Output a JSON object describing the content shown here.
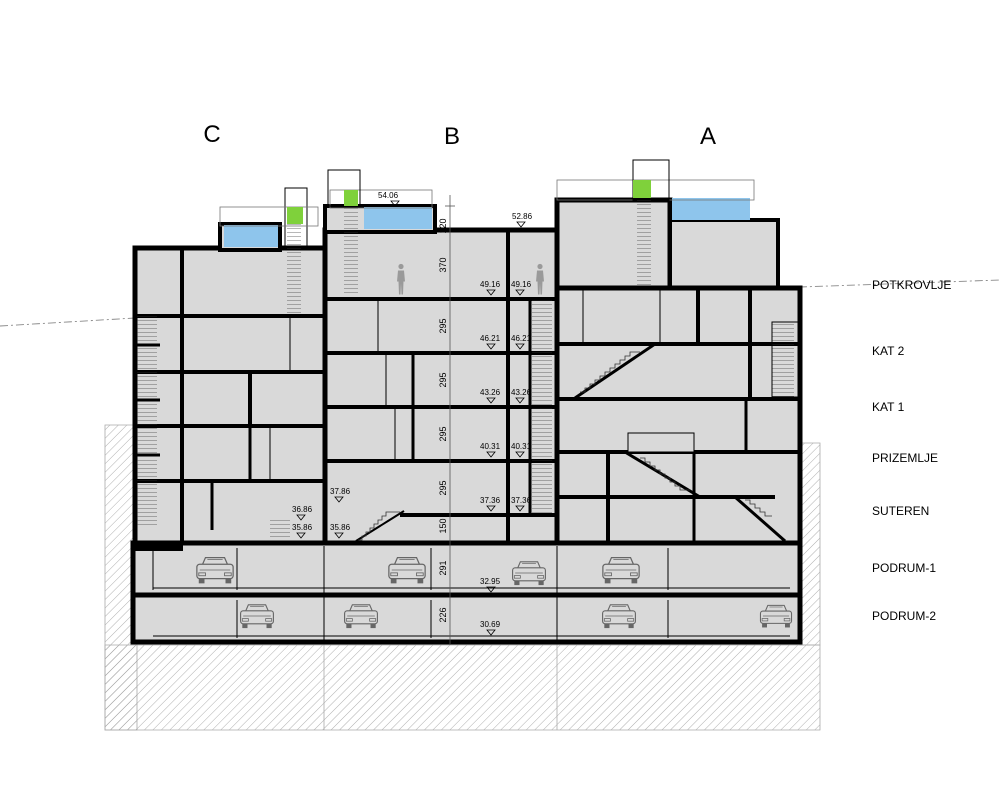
{
  "buildings": [
    {
      "id": "c",
      "label": "C"
    },
    {
      "id": "b",
      "label": "B"
    },
    {
      "id": "a",
      "label": "A"
    }
  ],
  "floor_labels": [
    "POTKROVLJE",
    "KAT 2",
    "KAT 1",
    "PRIZEMLJE",
    "SUTEREN",
    "PODRUM-1",
    "PODRUM-2"
  ],
  "elevations_b_center": [
    "54.06",
    "49.16",
    "46.21",
    "43.26",
    "40.31",
    "37.36",
    "32.95",
    "30.69"
  ],
  "elevations_b_right": [
    "52.86",
    "49.16",
    "46.21",
    "43.26",
    "40.31",
    "37.36"
  ],
  "elevations_b_left": [
    "37.86",
    "35.86"
  ],
  "elevations_c": [
    "36.86",
    "35.86"
  ],
  "dimensions": [
    "120",
    "370",
    "295",
    "295",
    "295",
    "295",
    "150",
    "291",
    "226"
  ],
  "colors": {
    "wall": "#000000",
    "room_fill": "#d9d9d9",
    "pool_water": "#8ec5ec",
    "green_marker": "#7fd13b",
    "ground_hatch": "#9a9a9a"
  }
}
